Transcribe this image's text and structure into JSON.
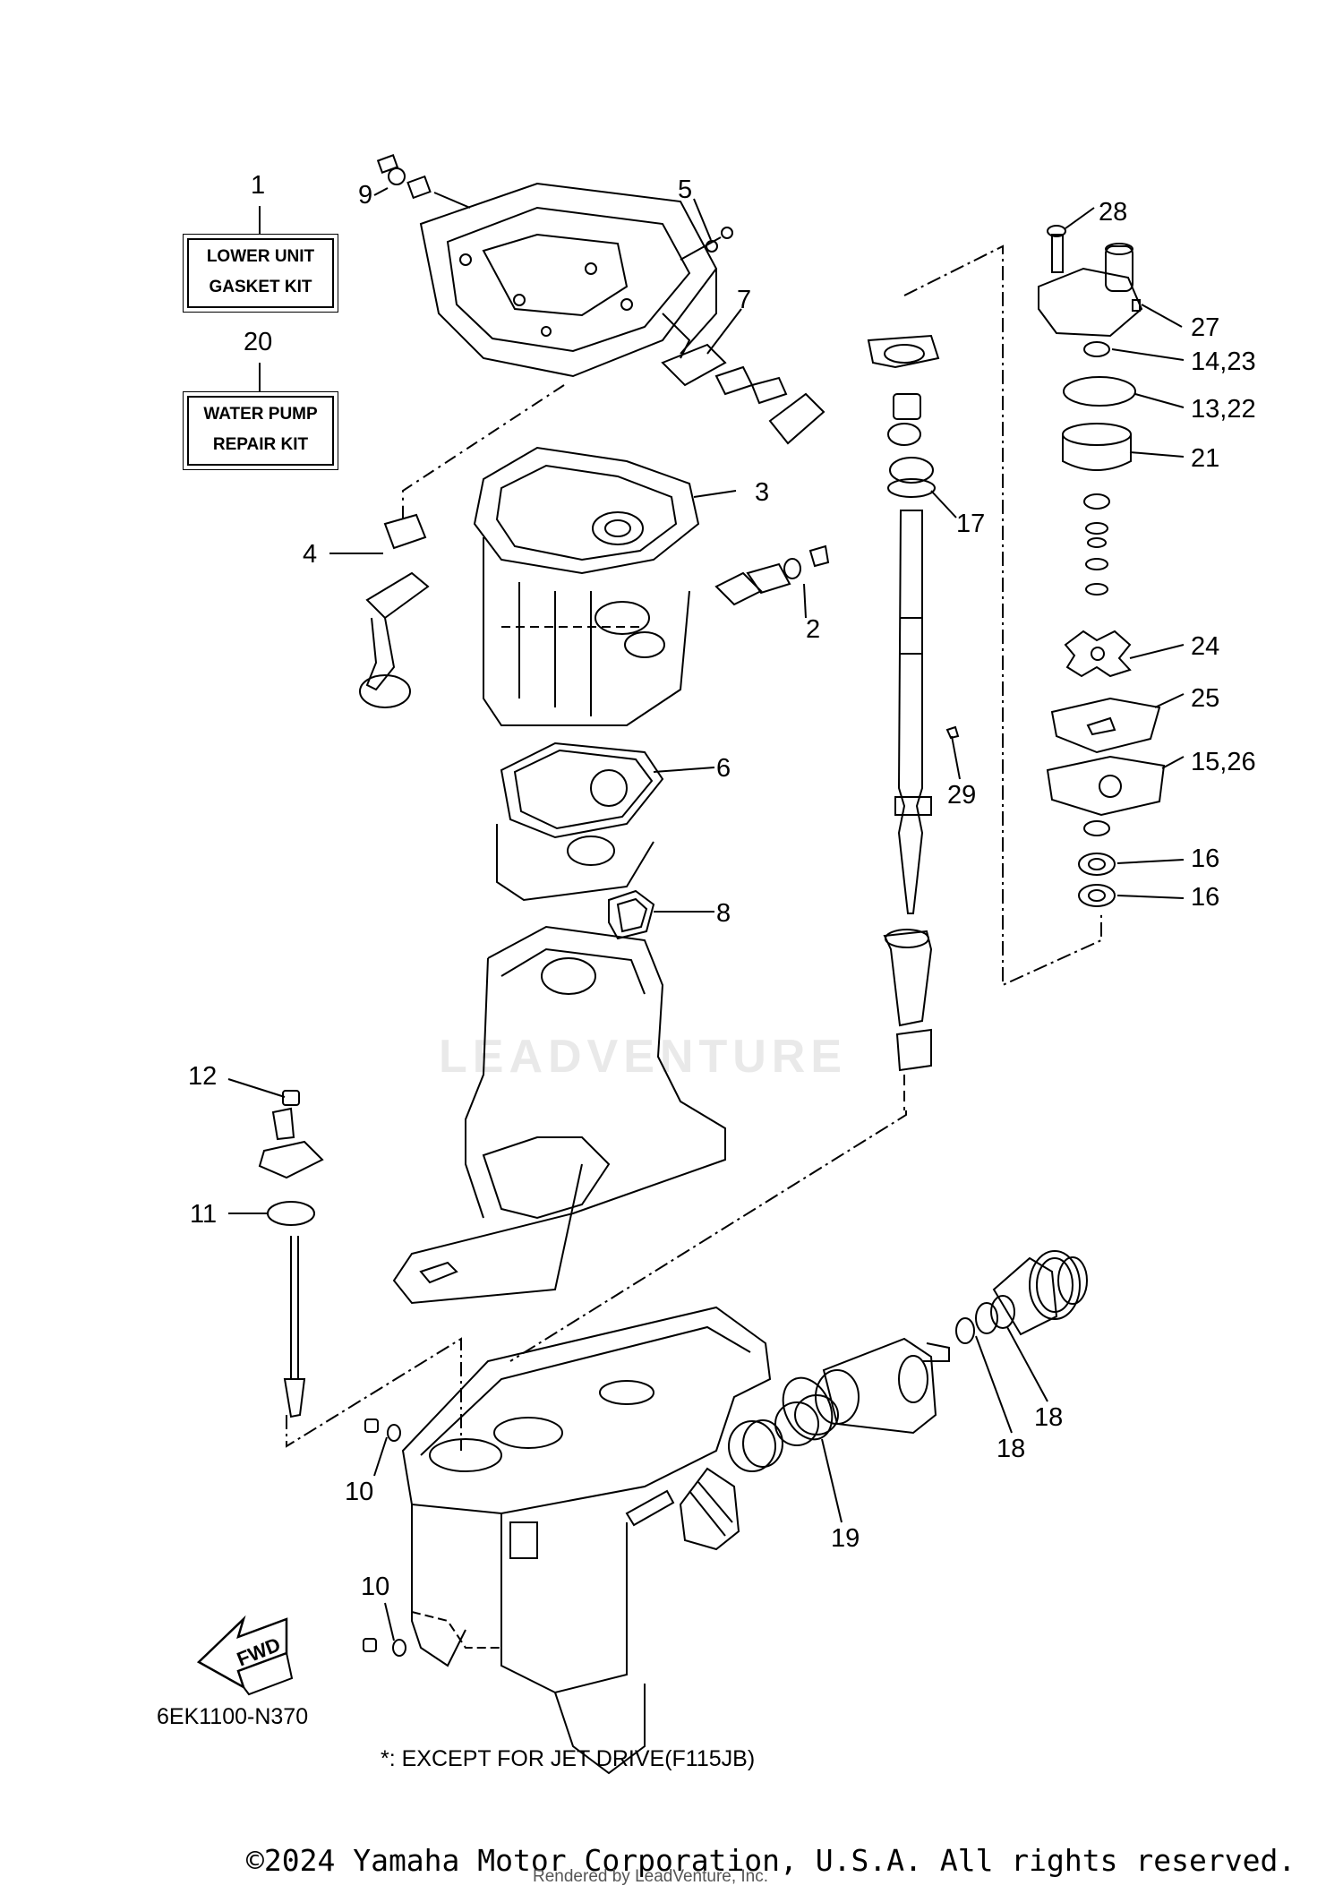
{
  "kits": {
    "gasket": {
      "number": "1",
      "line1": "LOWER UNIT",
      "line2": "GASKET KIT"
    },
    "water_pump": {
      "number": "20",
      "line1": "WATER PUMP",
      "line2": "REPAIR KIT"
    }
  },
  "callouts": {
    "c2": "2",
    "c3": "3",
    "c4": "4",
    "c5": "5",
    "c6": "6",
    "c7": "7",
    "c8": "8",
    "c9": "9",
    "c10a": "10",
    "c10b": "10",
    "c11": "11",
    "c12": "12",
    "c13": "13,22",
    "c14": "14,23",
    "c15": "15,26",
    "c16a": "16",
    "c16b": "16",
    "c17": "17",
    "c18a": "18",
    "c18b": "18",
    "c19": "19",
    "c21": "21",
    "c24": "24",
    "c25": "25",
    "c27": "27",
    "c28": "28",
    "c29": "29"
  },
  "fwd_label": "FWD",
  "diagram_code": "6EK1100-N370",
  "note": "*: EXCEPT FOR JET DRIVE(F115JB)",
  "watermark": "LEADVENTURE",
  "footer": "©2024 Yamaha Motor Corporation, U.S.A. All rights reserved.",
  "render_note": "Rendered by LeadVenture, Inc."
}
